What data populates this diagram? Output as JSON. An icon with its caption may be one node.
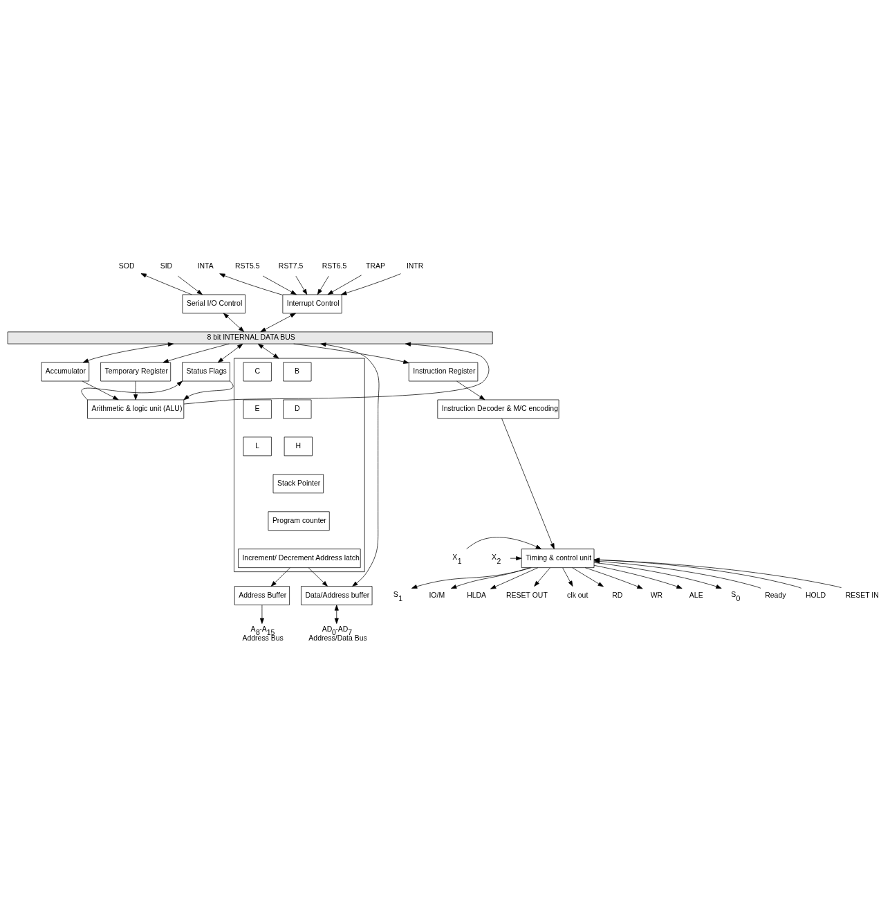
{
  "diagram": {
    "nodes": [
      {
        "text": [
          "Interrupt Control"
        ]
      },
      {
        "text": [
          "Serial I/O Control"
        ]
      },
      {
        "text": [
          "8 bit INTERNAL DATA BUS"
        ]
      },
      {
        "text": [
          "Accumulator"
        ]
      },
      {
        "text": [
          "Temporary Register"
        ]
      },
      {
        "text": [
          "Status Flags"
        ]
      },
      {
        "text": [
          "Arithmetic & logic unit (ALU)"
        ]
      },
      {
        "text": [
          "Instruction Register"
        ]
      },
      {
        "text": [
          "Instruction Decoder & M/C encoding"
        ]
      },
      {
        "text": [],
        "shape": "box"
      },
      {
        "text": [
          "B"
        ],
        "in": 9
      },
      {
        "text": [
          "C"
        ],
        "in": 9
      },
      {
        "text": [
          "D"
        ],
        "in": 9
      },
      {
        "text": [
          "E"
        ],
        "in": 9
      },
      {
        "text": [
          "H"
        ],
        "in": 9
      },
      {
        "text": [
          "L"
        ],
        "in": 9
      },
      {
        "text": [
          "Stack Pointer"
        ],
        "in": 9
      },
      {
        "text": [
          "Program counter"
        ],
        "in": 9
      },
      {
        "text": [
          "Increment/ Decrement Address latch"
        ],
        "in": 9
      },
      {
        "text": [
          "Timing & control unit"
        ]
      },
      {
        "text": [
          "Address Buffer"
        ]
      },
      {
        "text": [
          "Data/Address buffer"
        ]
      },
      {
        "text": [
          "INTA"
        ]
      },
      {
        "text": [
          "RST6.5"
        ]
      },
      {
        "text": [
          "TRAP"
        ]
      },
      {
        "text": [
          "INTR"
        ]
      },
      {
        "text": [
          "RST5.5"
        ]
      },
      {
        "text": [
          "RST7.5"
        ]
      },
      {
        "text": [
          "SID"
        ]
      },
      {
        "text": [
          "SOD"
        ]
      },
      {
        "text": [
          "X$_{1}$"
        ]
      },
      {
        "text": [
          "X$_{2}$"
        ]
      },
      {
        "text": [
          "clk out"
        ]
      },
      {
        "text": [
          "Ready"
        ]
      },
      {
        "text": [
          "RD"
        ]
      },
      {
        "text": [
          "WR"
        ]
      },
      {
        "text": [
          "ALE"
        ]
      },
      {
        "text": [
          "S$_{0}$"
        ]
      },
      {
        "text": [
          "S$_{1}$"
        ]
      },
      {
        "text": [
          "IO/M"
        ]
      },
      {
        "text": [
          "HOLD"
        ]
      },
      {
        "text": [
          "HLDA"
        ]
      },
      {
        "text": [
          "RESET IN"
        ]
      },
      {
        "text": [
          "RESET OUT"
        ]
      },
      {
        "text": [
          "A$_{8}$-A$_{15}$",
          "Address Bus"
        ]
      },
      {
        "text": [
          "AD$_{0}$-AD$_{7}$",
          "Address/Data Bus"
        ]
      }
    ],
    "edges": [
      {
        "from": 25,
        "to": 0,
        "arrow": "to"
      },
      {
        "from": 0,
        "to": 22,
        "arrow": "to"
      },
      {
        "from": 26,
        "to": 0,
        "arrow": "to"
      },
      {
        "from": 23,
        "to": 0,
        "arrow": "to"
      },
      {
        "from": 27,
        "to": 0,
        "arrow": "to"
      },
      {
        "from": 24,
        "to": 0,
        "arrow": "to"
      },
      {
        "from": 28,
        "to": 1,
        "arrow": "to"
      },
      {
        "from": 1,
        "to": 29,
        "arrow": "to"
      },
      {
        "from": 0,
        "to": 2,
        "arrow": "both"
      },
      {
        "from": 1,
        "to": 2,
        "arrow": "both"
      },
      {
        "from": 2,
        "to": 3,
        "arrow": "both"
      },
      {
        "from": 2,
        "to": 4,
        "arrow": "to"
      },
      {
        "from": 2,
        "to": 5,
        "arrow": "both"
      },
      {
        "from": 6,
        "to": 2,
        "arrow": "to"
      },
      {
        "from": 2,
        "to": 7,
        "arrow": "to"
      },
      {
        "from": 2,
        "to": 9,
        "arrow": "both"
      },
      {
        "from": 2,
        "to": 21,
        "arrow": "both"
      },
      {
        "from": 4,
        "to": 6,
        "arrow": "to"
      },
      {
        "from": 3,
        "to": 6,
        "arrow": "to"
      },
      {
        "from": 6,
        "to": 5,
        "arrow": "to"
      },
      {
        "from": 5,
        "to": 6,
        "arrow": "to"
      },
      {
        "from": 7,
        "to": 8,
        "arrow": "to"
      },
      {
        "from": 8,
        "to": 19,
        "arrow": "to"
      },
      {
        "from": 30,
        "to": 19,
        "arrow": "to"
      },
      {
        "from": 31,
        "to": 19,
        "arrow": "to"
      },
      {
        "from": 19,
        "to": 32,
        "arrow": "to"
      },
      {
        "from": 33,
        "to": 19,
        "arrow": "to"
      },
      {
        "from": 19,
        "to": 34,
        "arrow": "to"
      },
      {
        "from": 19,
        "to": 35,
        "arrow": "to"
      },
      {
        "from": 19,
        "to": 36,
        "arrow": "to"
      },
      {
        "from": 19,
        "to": 37,
        "arrow": "to"
      },
      {
        "from": 19,
        "to": 38,
        "arrow": "to"
      },
      {
        "from": 19,
        "to": 39,
        "arrow": "to"
      },
      {
        "from": 40,
        "to": 19,
        "arrow": "to"
      },
      {
        "from": 19,
        "to": 41,
        "arrow": "to"
      },
      {
        "from": 42,
        "to": 19,
        "arrow": "to"
      },
      {
        "from": 19,
        "to": 43,
        "arrow": "to"
      },
      {
        "from": 18,
        "to": 20,
        "arrow": "to"
      },
      {
        "from": 18,
        "to": 21,
        "arrow": "to"
      },
      {
        "from": 20,
        "to": 44,
        "arrow": "to"
      },
      {
        "from": 21,
        "to": 45,
        "arrow": "both"
      }
    ]
  }
}
